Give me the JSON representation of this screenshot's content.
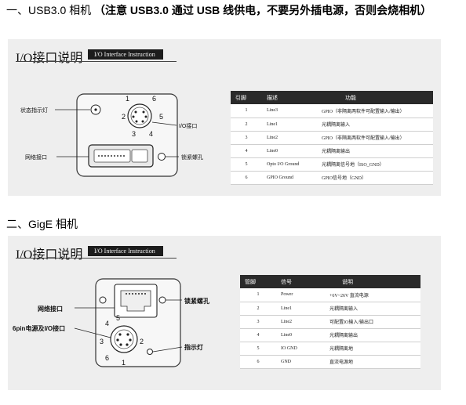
{
  "section1": {
    "heading_prefix": "一、USB3.0 相机 ",
    "heading_note": "（注意 USB3.0 通过 USB 线供电，不要另外插电源，否则会烧相机）",
    "io_title_zh": "I/O接口说明",
    "io_title_en": "I/O Interface Instruction",
    "labels": {
      "status_led": "状态指示灯",
      "io_port": "I/O接口",
      "network_port": "网络接口",
      "lock_screw": "锁紧螺孔"
    },
    "pin_numbers": [
      "1",
      "2",
      "3",
      "4",
      "5",
      "6"
    ],
    "table": {
      "headers": [
        "引脚",
        "描述",
        "功能"
      ],
      "rows": [
        [
          "1",
          "Line3",
          "GPIO（非隔离两软件可配置输入/输出）"
        ],
        [
          "2",
          "Line1",
          "光耦隔离输入"
        ],
        [
          "3",
          "Line2",
          "GPIO（非隔离两软件可配置输入/输出）"
        ],
        [
          "4",
          "Line0",
          "光耦隔离输出"
        ],
        [
          "5",
          "Opto I/O Ground",
          "光耦隔离信号地（ISO_GND）"
        ],
        [
          "6",
          "GPIO Ground",
          "GPIO信号地（GND）"
        ]
      ]
    }
  },
  "section2": {
    "heading": "二、GigE 相机",
    "io_title_zh": "I/O接口说明",
    "io_title_en": "I/O Interface Instruction",
    "labels": {
      "network_port": "网络接口",
      "lock_screw": "锁紧螺孔",
      "power_io": "6pin电源及I/O接口",
      "indicator": "指示灯"
    },
    "pin_numbers": [
      "1",
      "2",
      "3",
      "4",
      "5",
      "6"
    ],
    "table": {
      "headers": [
        "管脚",
        "信号",
        "说明"
      ],
      "rows": [
        [
          "1",
          "Power",
          "+6V~26V 直流电源"
        ],
        [
          "2",
          "Line1",
          "光耦隔离输入"
        ],
        [
          "3",
          "Line2",
          "可配置IO输入/输出口"
        ],
        [
          "4",
          "Line0",
          "光耦隔离输出"
        ],
        [
          "5",
          "IO GND",
          "光耦隔离地"
        ],
        [
          "6",
          "GND",
          "直流电源地"
        ]
      ]
    }
  }
}
